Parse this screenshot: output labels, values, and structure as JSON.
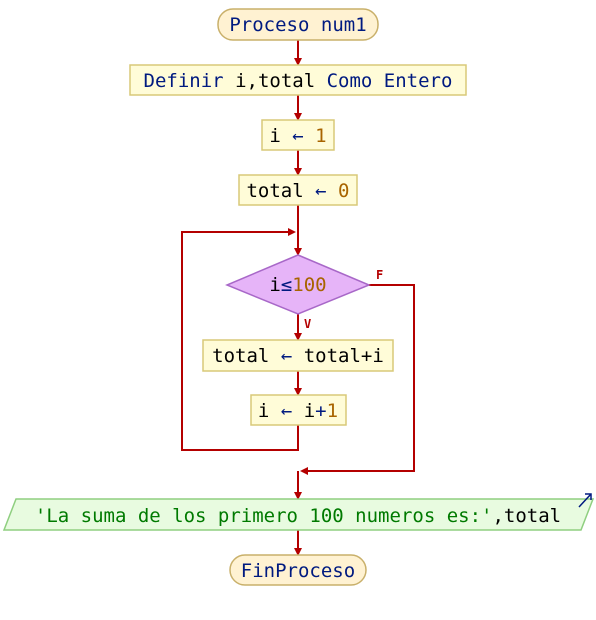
{
  "colors": {
    "line": "#b40000",
    "process_fill": "#fffcd8",
    "process_stroke": "#d8c978",
    "terminal_fill": "#fff2d2",
    "terminal_stroke": "#c9b06a",
    "decision_fill": "#e6b4f8",
    "decision_stroke": "#a868c8",
    "io_fill": "#e8fbe0",
    "io_stroke": "#8fcf80",
    "keyword": "#001a80",
    "number": "#a86400",
    "string": "#007a00",
    "text": "#000000"
  },
  "diagram": {
    "start": {
      "keyword": "Proceso",
      "name": "num1"
    },
    "define": {
      "keyword1": "Definir",
      "vars": "i,total",
      "keyword2": "Como Entero"
    },
    "assign_i": {
      "var": "i",
      "arrow": "←",
      "value": "1"
    },
    "assign_total": {
      "var": "total",
      "arrow": "←",
      "value": "0"
    },
    "decision": {
      "var": "i",
      "op": "≤",
      "value": "100",
      "true_label": "V",
      "false_label": "F"
    },
    "loop_body_1": {
      "var": "total",
      "arrow": "←",
      "expr": "total+i"
    },
    "loop_body_2": {
      "var": "i",
      "arrow": "←",
      "expr_var": "i",
      "expr_op": "+",
      "expr_num": "1"
    },
    "output": {
      "string": "'La suma de los primero 100 numeros es:'",
      "sep": ",",
      "var": "total"
    },
    "end": {
      "keyword": "FinProceso"
    }
  }
}
